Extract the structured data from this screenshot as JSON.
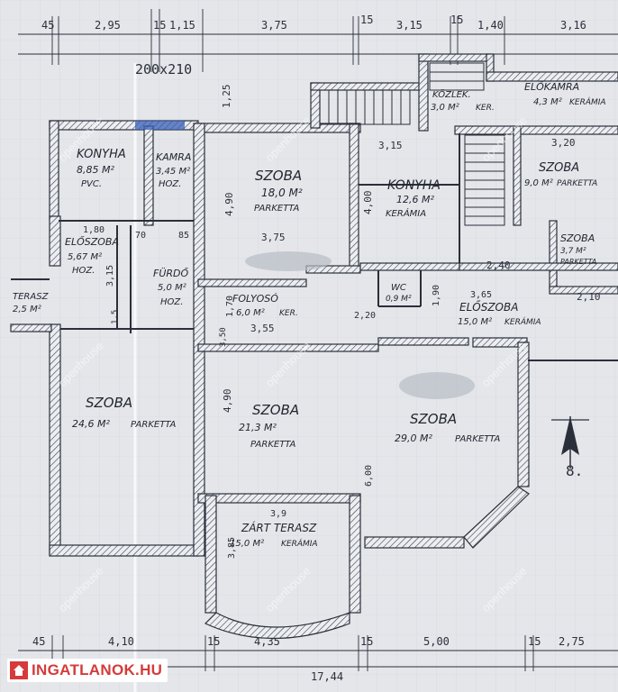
{
  "dimensions_top": [
    "45",
    "2,95",
    "15",
    "1,15",
    "3,75",
    "15",
    "3,15",
    "15",
    "1,40",
    "3,16"
  ],
  "dimensions_bottom": [
    "45",
    "4,10",
    "15",
    "4,35",
    "15",
    "5,00",
    "15",
    "2,75"
  ],
  "total_width": "17,44",
  "window_size": "200x210",
  "rooms": [
    {
      "name": "KONYHA",
      "area": "8,85 M²",
      "floor": "PVC."
    },
    {
      "name": "KAMRA",
      "area": "3,45 M²",
      "floor": "HOZ."
    },
    {
      "name": "SZOBA",
      "area": "18,0 M²",
      "floor": "PARKETTA"
    },
    {
      "name": "KONYHA",
      "area": "12,6 M²",
      "floor": "KERÁMIA"
    },
    {
      "name": "KÖZLEK.",
      "area": "3,0 M²",
      "floor": "KER."
    },
    {
      "name": "ELŐKAMRA",
      "area": "4,3 M²",
      "floor": "KERÁMIA"
    },
    {
      "name": "SZOBA",
      "area": "9,0 M²",
      "floor": "PARKETTA"
    },
    {
      "name": "SZOBA",
      "area": "3,7 M²",
      "floor": "PARKETTA"
    },
    {
      "name": "ELŐSZOBA",
      "area": "5,67 M²",
      "floor": "HOZ."
    },
    {
      "name": "FÜRDŐ",
      "area": "5,0 M²",
      "floor": "HOZ."
    },
    {
      "name": "TERASZ",
      "area": "2,5 M²",
      "floor": ""
    },
    {
      "name": "FOLYOSÓ",
      "area": "6,0 M²",
      "floor": "KER."
    },
    {
      "name": "WC",
      "area": "0,9 M²",
      "floor": ""
    },
    {
      "name": "ELŐSZOBA",
      "area": "15,0 M²",
      "floor": "KERÁMIA"
    },
    {
      "name": "SZOBA",
      "area": "24,6 M²",
      "floor": "PARKETTA"
    },
    {
      "name": "SZOBA",
      "area": "21,3 M²",
      "floor": "PARKETTA"
    },
    {
      "name": "SZOBA",
      "area": "29,0 M²",
      "floor": "PARKETTA"
    },
    {
      "name": "ZÁRT TERASZ",
      "area": "15,0 M²",
      "floor": "KERÁMIA"
    }
  ],
  "inner_dims": [
    "1,25",
    "3,15",
    "3,20",
    "4,90",
    "3,75",
    "4,00",
    "1,80",
    "85",
    "70",
    "3,15",
    "2,40",
    "2,10",
    "1,70",
    "3,55",
    "2,20",
    "3,65",
    "3,50",
    "1,90",
    "4,90",
    "3,9",
    "6,00",
    "3,85",
    "1,5"
  ],
  "north_label": "8.",
  "watermark": "openhouse",
  "branding": {
    "site": "INGATLANOK.HU"
  },
  "colors": {
    "paper": "#e4e6ea",
    "ink": "#2b2f3a",
    "brand": "#d63a3a"
  }
}
